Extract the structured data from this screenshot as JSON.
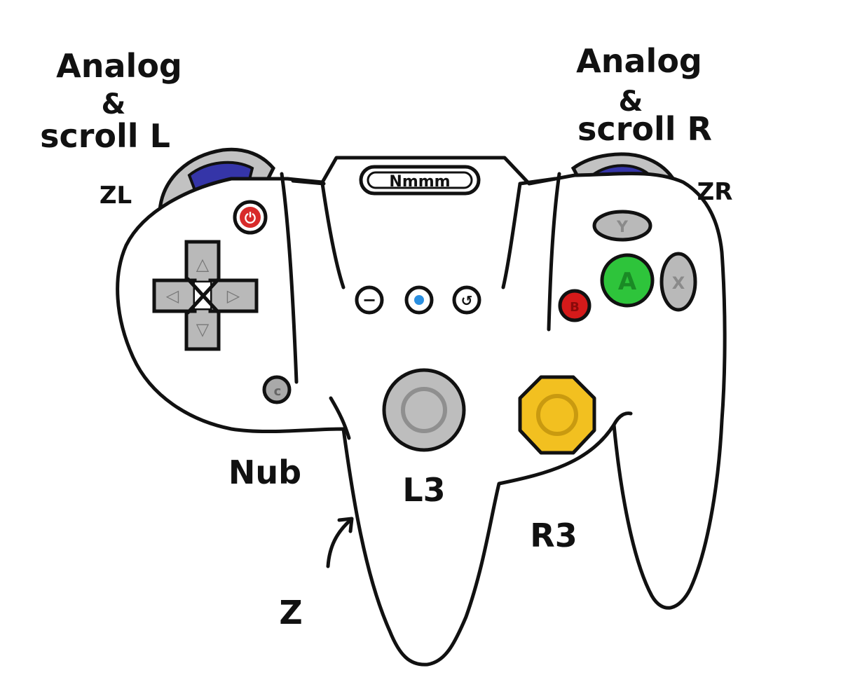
{
  "labels": {
    "analog_scroll_l": [
      "Analog",
      "&",
      "scroll L"
    ],
    "analog_scroll_r": [
      "Analog",
      "&",
      "scroll R"
    ],
    "zl": "ZL",
    "zr": "ZR",
    "nub": "Nub",
    "l3": "L3",
    "r3": "R3",
    "z": "Z"
  },
  "buttons": {
    "y": "Y",
    "a": "A",
    "x": "X",
    "b": "B",
    "c": "c",
    "pad_logo": "Nmmm",
    "power_symbol": "⏻",
    "home_symbol": "↺",
    "minus_symbol": "−",
    "dpad_up": "△",
    "dpad_down": "▽",
    "dpad_left": "◁",
    "dpad_right": "▷"
  },
  "colors": {
    "outline": "#111111",
    "button_grey": "#b9b9b9",
    "bumper_blue": "#3535a8",
    "power_red": "#d82b2b",
    "a_green": "#2ec43b",
    "b_red": "#d51a1a",
    "c_stick_yellow": "#f2c020",
    "home_blue": "#2a8fe0"
  }
}
